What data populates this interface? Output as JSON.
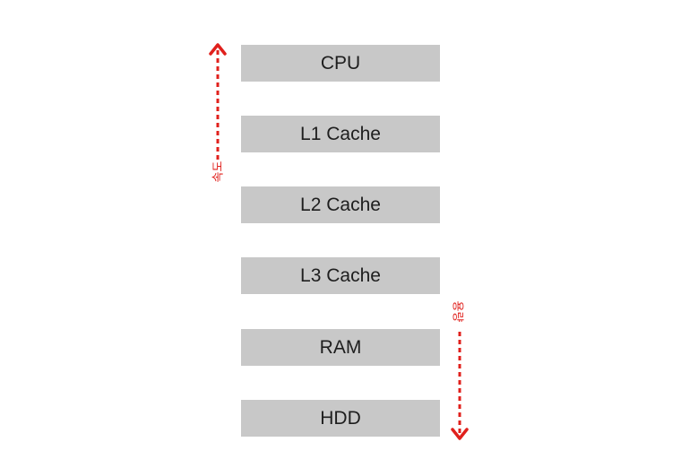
{
  "hierarchy": {
    "tiers": [
      "CPU",
      "L1 Cache",
      "L2 Cache",
      "L3 Cache",
      "RAM",
      "HDD"
    ]
  },
  "left_axis": {
    "label": "속도",
    "direction": "up"
  },
  "right_axis": {
    "label": "용량",
    "direction": "down"
  },
  "colors": {
    "box": "#c8c8c8",
    "arrow": "#e0201c",
    "text": "#1e1e1e"
  }
}
